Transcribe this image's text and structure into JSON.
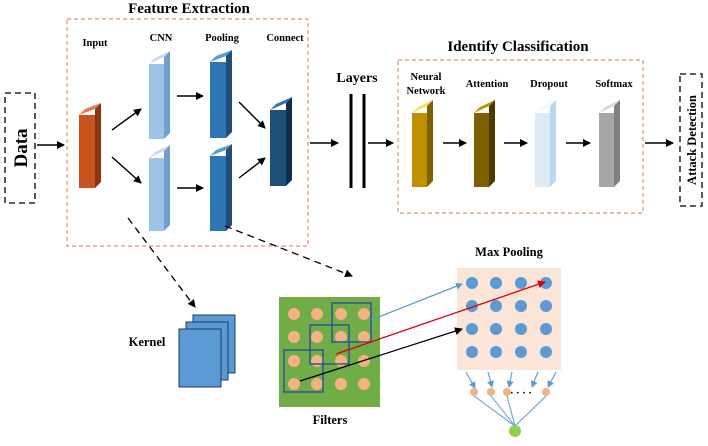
{
  "sections": {
    "feature_extraction": "Feature Extraction",
    "identify_classification": "Identify Classification"
  },
  "labels": {
    "data": "Data",
    "input": "Input",
    "cnn": "CNN",
    "pooling": "Pooling",
    "connect": "Connect",
    "layers": "Layers",
    "neural_network_line1": "Neural",
    "neural_network_line2": "Network",
    "attention": "Attention",
    "dropout": "Dropout",
    "softmax": "Softmax",
    "attack_detection": "Attack Detection",
    "kernel": "Kernel",
    "filters": "Filters",
    "max_pooling": "Max Pooling",
    "ellipsis": "· · · ·"
  },
  "colors": {
    "input_block": "#c8531c",
    "cnn_block": "#9dc3e6",
    "pooling_block": "#2e75b6",
    "connect_block": "#1f4e79",
    "neural_block": "#bf9000",
    "attention_block": "#7f6000",
    "dropout_block": "#deebf7",
    "softmax_block": "#a6a6a6",
    "section_border": "#d9956a",
    "filter_bg": "#70ad47",
    "filter_dot": "#f4b183",
    "pool_bg": "#fbe5d6",
    "pool_dot": "#5b9bd5",
    "output_node": "#92d050",
    "arrow_red": "#e00000",
    "arrow_blue": "#5b9bd5"
  }
}
